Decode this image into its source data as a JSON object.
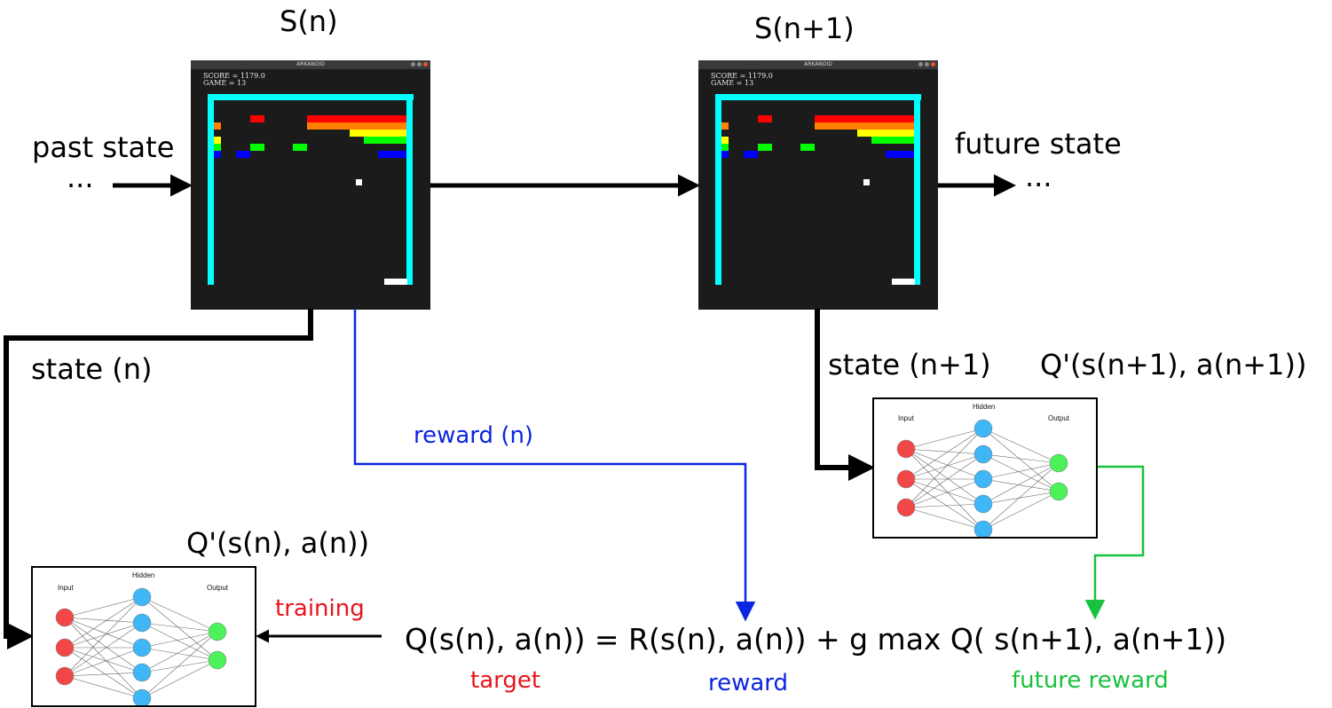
{
  "states": {
    "current_label": "S(n)",
    "next_label": "S(n+1)",
    "past_label": "past state",
    "past_dots": "...",
    "future_label": "future state",
    "future_dots": "..."
  },
  "game_window": {
    "title": "ARKANOID",
    "score_line": "SCORE = 1179.0",
    "game_line": "GAME = 13",
    "brick_colors": {
      "red": "#ff0000",
      "orange": "#ff7f00",
      "yellow": "#ffff00",
      "green": "#00ff00",
      "blue": "#0000ff",
      "wall": "#00ffff",
      "background": "#1b1b1b"
    }
  },
  "flow": {
    "state_n": "state (n)",
    "state_n1": "state (n+1)",
    "reward_n": "reward (n)",
    "training": "training",
    "q_current": "Q'(s(n), a(n))",
    "q_next": "Q'(s(n+1), a(n+1))"
  },
  "network": {
    "input_label": "Input",
    "hidden_label": "Hidden",
    "output_label": "Output",
    "input_color": "#f24747",
    "hidden_color": "#3fb6f5",
    "output_color": "#4df25a"
  },
  "equation": {
    "text": "Q(s(n), a(n)) = R(s(n), a(n)) + g max Q( s(n+1), a(n+1))",
    "target": "target",
    "reward": "reward",
    "future_reward": "future reward"
  },
  "colors": {
    "reward": "#0a26e0",
    "future": "#19c23c",
    "training": "#e8141c",
    "arrow": "#000000"
  }
}
